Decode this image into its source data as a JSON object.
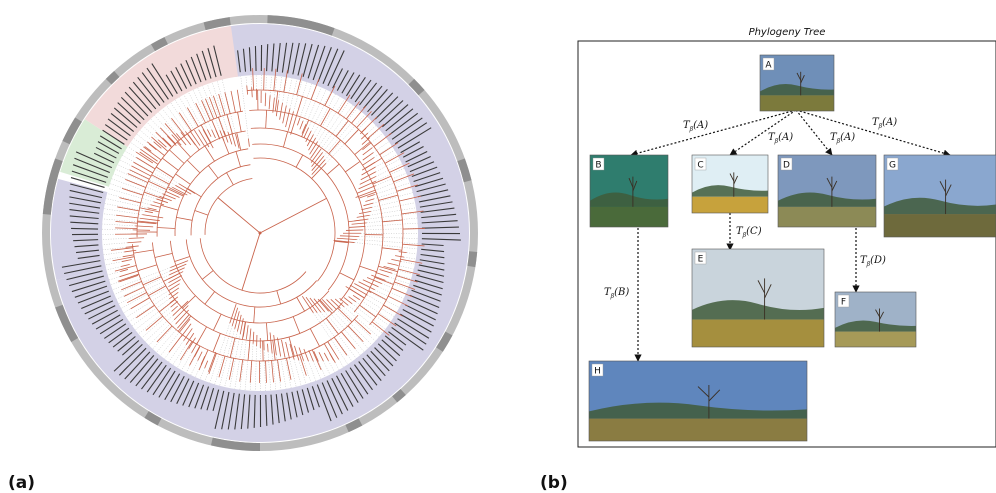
{
  "panel_a": {
    "label": "(a)",
    "clade_colors": [
      "#d3d1e6",
      "#f2dada",
      "#d9ecd6"
    ],
    "branch_color": "#c8624a"
  },
  "panel_b": {
    "label": "(b)",
    "title": "Phylogeny Tree",
    "nodes": [
      {
        "tag": "A",
        "sky": "#6f8fb8",
        "ground": "#7c7a3c"
      },
      {
        "tag": "B",
        "sky": "#2f7d6e",
        "ground": "#4a6a3a"
      },
      {
        "tag": "C",
        "sky": "#dfeef4",
        "ground": "#c7a23c"
      },
      {
        "tag": "D",
        "sky": "#7e98bd",
        "ground": "#8c8a56"
      },
      {
        "tag": "G",
        "sky": "#8aa7cf",
        "ground": "#6e6a3c"
      },
      {
        "tag": "E",
        "sky": "#c9d4dc",
        "ground": "#a58f3e"
      },
      {
        "tag": "F",
        "sky": "#9fb2c8",
        "ground": "#a69a58"
      },
      {
        "tag": "H",
        "sky": "#5f86bd",
        "ground": "#8a7c42"
      }
    ],
    "edges": [
      {
        "label": "T",
        "sub": "β",
        "arg": "(A)"
      },
      {
        "label": "T",
        "sub": "β",
        "arg": "(A)"
      },
      {
        "label": "T",
        "sub": "β",
        "arg": "(A)"
      },
      {
        "label": "T",
        "sub": "β",
        "arg": "(A)"
      },
      {
        "label": "T",
        "sub": "β",
        "arg": "(C)"
      },
      {
        "label": "T",
        "sub": "β",
        "arg": "(D)"
      },
      {
        "label": "T",
        "sub": "β",
        "arg": "(B)"
      }
    ]
  }
}
